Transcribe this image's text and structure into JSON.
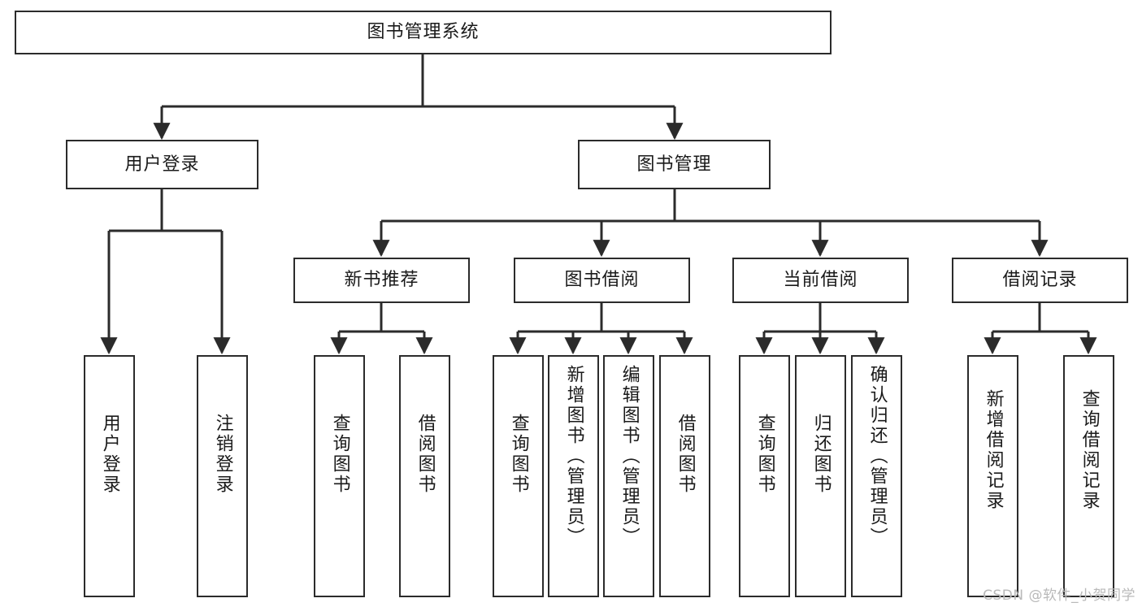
{
  "diagram": {
    "title": "图书管理系统",
    "type": "tree-hierarchy",
    "orientation": "top-down",
    "colors": {
      "box_border": "#2b2b2b",
      "box_fill": "#ffffff",
      "connector": "#2b2b2b",
      "text": "#1a1a1a",
      "watermark": "#b9b9b9",
      "background": "#ffffff"
    },
    "root": {
      "label": "图书管理系统"
    },
    "level2": [
      {
        "label": "用户登录"
      },
      {
        "label": "图书管理"
      }
    ],
    "level3": [
      {
        "label": "新书推荐"
      },
      {
        "label": "图书借阅"
      },
      {
        "label": "当前借阅"
      },
      {
        "label": "借阅记录"
      }
    ],
    "leaves": {
      "user_login": [
        {
          "label": "用户登录"
        },
        {
          "label": "注销登录"
        }
      ],
      "new_book_recommend": [
        {
          "label": "查询图书"
        },
        {
          "label": "借阅图书"
        }
      ],
      "book_borrow": [
        {
          "label": "查询图书"
        },
        {
          "label": "新增图书（管理员）"
        },
        {
          "label": "编辑图书（管理员）"
        },
        {
          "label": "借阅图书"
        }
      ],
      "current_borrow": [
        {
          "label": "查询图书"
        },
        {
          "label": "归还图书"
        },
        {
          "label": "确认归还（管理员）"
        }
      ],
      "borrow_record": [
        {
          "label": "新增借阅记录"
        },
        {
          "label": "查询借阅记录"
        }
      ]
    },
    "watermark": "CSDN @软件_小贺同学"
  }
}
